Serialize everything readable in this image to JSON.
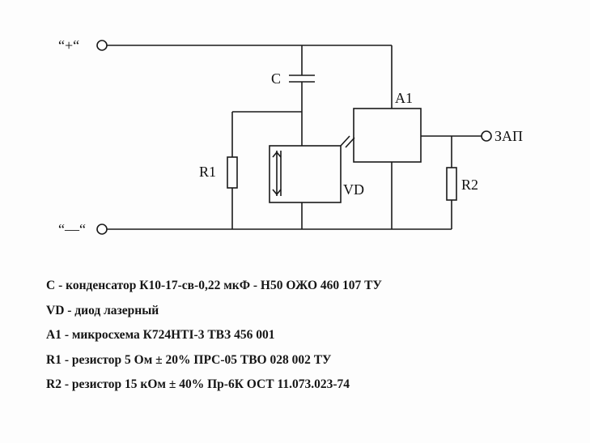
{
  "schematic": {
    "terminal_plus": "“+“",
    "terminal_minus": "“—“",
    "output_label": "ЗАП",
    "cap_label": "C",
    "ic_label": "A1",
    "r1_label": "R1",
    "r2_label": "R2",
    "vd_label": "VD"
  },
  "legend": [
    "C  - конденсатор К10-17-св-0,22 мкФ - Н50 ОЖО 460 107 ТУ",
    "VD - диод лазерный",
    "A1 - микросхема К724НТI-3 ТВЗ 456 001",
    "R1 - резистор 5 Ом ± 20% ПРС-05 ТВО 028 002 ТУ",
    "R2 - резистор 15 кОм ± 40% Пр-6К ОСТ 11.073.023-74"
  ]
}
